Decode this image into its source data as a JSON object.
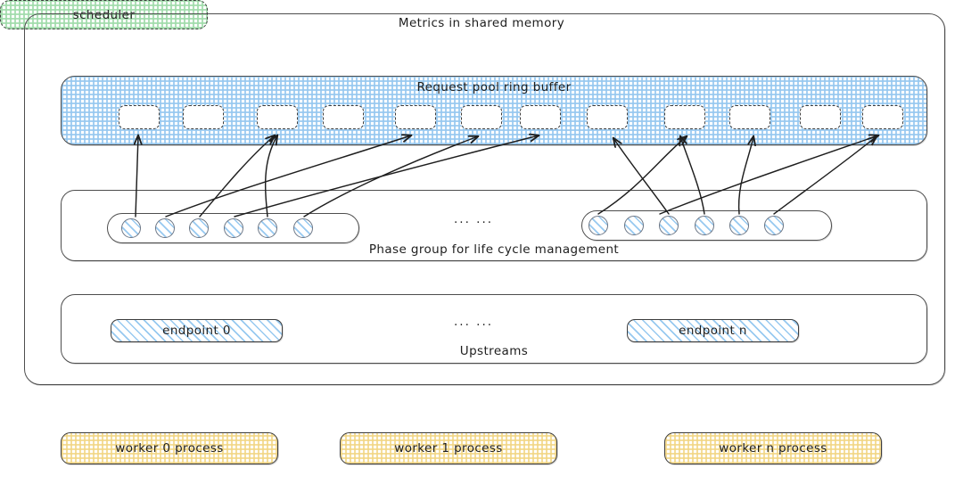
{
  "diagram": {
    "outer_frame": {
      "title": "Metrics in shared memory"
    },
    "ring_buffer": {
      "title": "Request pool ring buffer",
      "fill": "#bfddf5",
      "slot_count": 12,
      "slots": [
        {
          "name": "slot-0"
        },
        {
          "name": "slot-1"
        },
        {
          "name": "slot-2"
        },
        {
          "name": "slot-3"
        },
        {
          "name": "slot-4"
        },
        {
          "name": "slot-5"
        },
        {
          "name": "slot-6"
        },
        {
          "name": "slot-7"
        },
        {
          "name": "slot-8"
        },
        {
          "name": "slot-9"
        },
        {
          "name": "slot-10"
        },
        {
          "name": "slot-11"
        }
      ]
    },
    "phase_group": {
      "title": "Phase group for life cycle management",
      "ellipsis": "... ...",
      "left_group_nodes": 6,
      "right_group_nodes": 6
    },
    "upstreams": {
      "title": "Upstreams",
      "ellipsis": "... ...",
      "endpoints": [
        {
          "label": "endpoint 0",
          "fill": "#8cc3ee"
        },
        {
          "label": "endpoint n",
          "fill": "#8cc3ee"
        }
      ]
    },
    "scheduler": {
      "label": "scheduler",
      "fill": "#a0dbaa"
    },
    "workers": [
      {
        "label": "worker 0 process",
        "fill": "#f1d582"
      },
      {
        "label": "worker 1 process",
        "fill": "#f1d582"
      },
      {
        "label": "worker n process",
        "fill": "#f1d582"
      }
    ]
  },
  "style": {
    "stroke": "#1e1e1e",
    "frame_stroke": "#4d4d4d",
    "background": "#ffffff"
  }
}
